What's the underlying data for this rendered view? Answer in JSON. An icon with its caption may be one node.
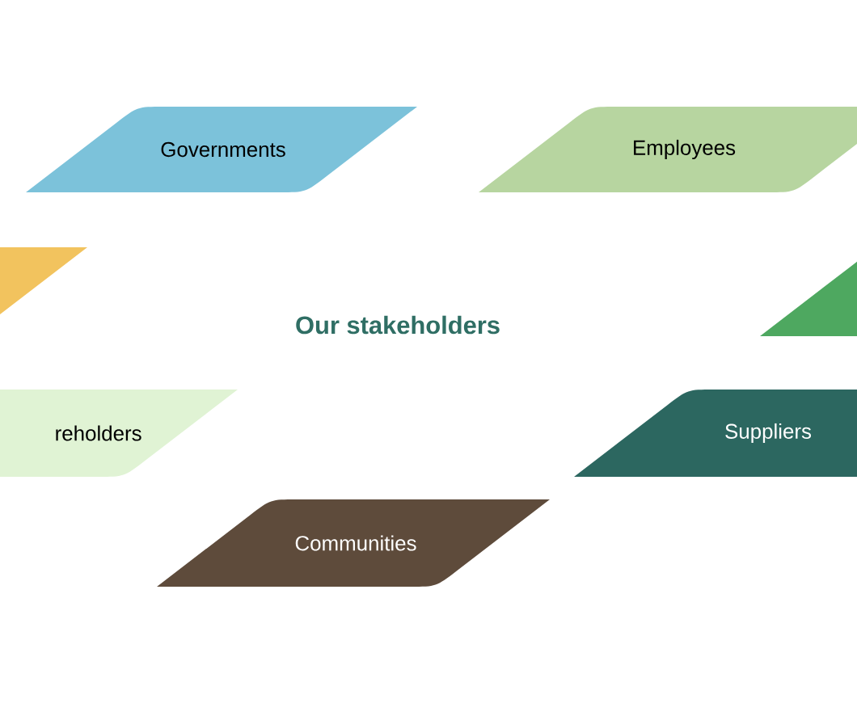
{
  "diagram": {
    "title": "Our stakeholders",
    "nodes": [
      {
        "text": [
          "Governments"
        ]
      },
      {
        "text": [
          "Employees"
        ]
      },
      {
        "text": [],
        "shape": "parallelogram"
      },
      {
        "text": [],
        "shape": "parallelogram"
      },
      {
        "text": [
          "reholders"
        ]
      },
      {
        "text": [
          "Suppliers"
        ]
      },
      {
        "text": [
          "Communities"
        ]
      }
    ]
  }
}
